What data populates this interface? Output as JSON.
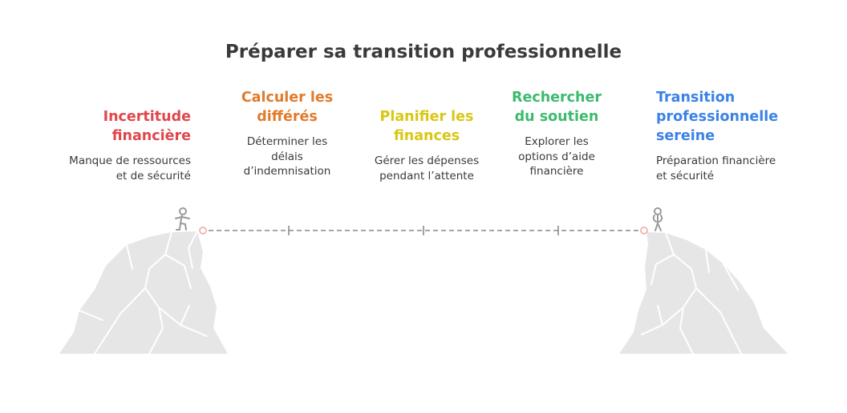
{
  "title": "Préparer sa transition professionnelle",
  "steps": [
    {
      "head1": "Incertitude",
      "head2": "financière",
      "desc1": "Manque de ressources",
      "desc2": "et de sécurité",
      "color": "#e0474c"
    },
    {
      "head1": "Calculer les",
      "head2": "différés",
      "desc1": "Déterminer les",
      "desc2": "délais",
      "desc3": "d’indemnisation",
      "color": "#e07b2c"
    },
    {
      "head1": "Planifier les",
      "head2": "finances",
      "desc1": "Gérer les dépenses",
      "desc2": "pendant l’attente",
      "color": "#d9c714"
    },
    {
      "head1": "Rechercher",
      "head2": "du soutien",
      "desc1": "Explorer les",
      "desc2": "options d’aide",
      "desc3": "financière",
      "color": "#3dba6e"
    },
    {
      "head1": "Transition",
      "head2": "professionnelle",
      "head3": "sereine",
      "desc1": "Préparation financière",
      "desc2": "et sécurité",
      "color": "#3b82e6"
    }
  ],
  "colors": {
    "rock": "#e6e6e6",
    "rock_line": "#ffffff",
    "path": "#8a8a8a",
    "figure": "#9a9a9a",
    "marker": "#f6b7b2"
  },
  "icons": [
    "walking-person-icon",
    "standing-person-icon"
  ]
}
